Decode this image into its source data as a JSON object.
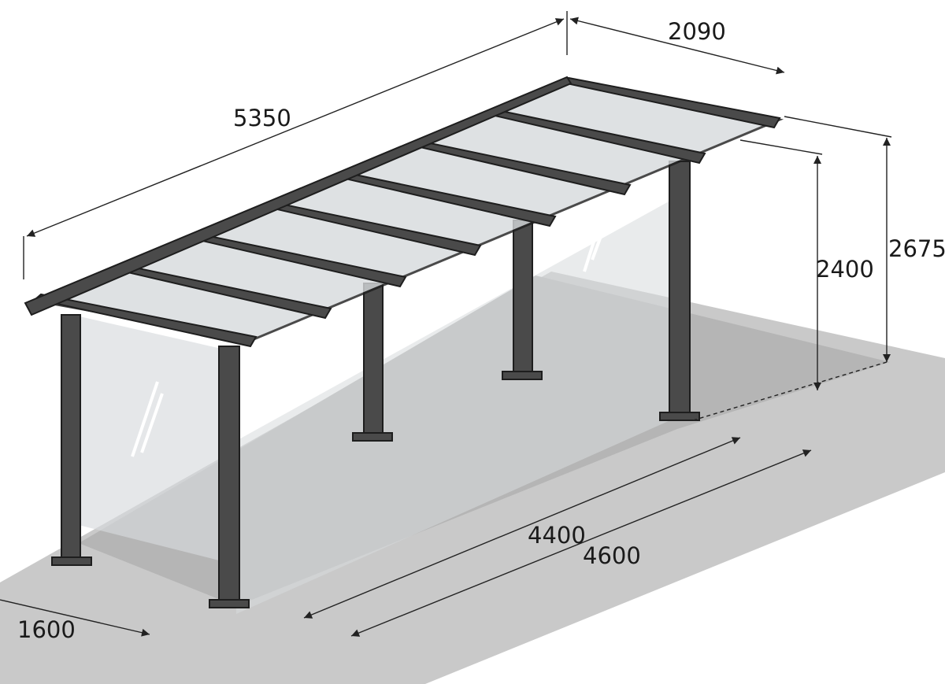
{
  "drawing": {
    "colors": {
      "floor": "#c9c9c9",
      "floor_shadow": "#b5b5b5",
      "steel": "#4a4a4a",
      "steel_edge": "#1e1e1e",
      "glass": "#d7dadd",
      "dim_line": "#222222"
    },
    "dimensions": {
      "overall_length": "5350",
      "overall_depth": "2090",
      "overall_height": "2675",
      "clear_height": "2400",
      "post_span_inner": "4400",
      "post_span_outer": "4600",
      "post_depth": "1600"
    }
  }
}
